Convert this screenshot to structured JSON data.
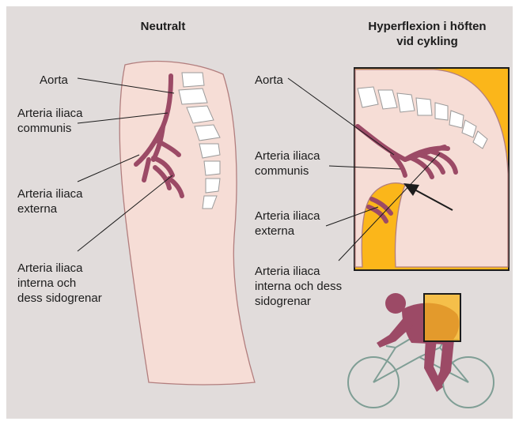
{
  "colors": {
    "background": "#e1dcdb",
    "tissue": "#f6ddd6",
    "tissue_outline": "#b27e7e",
    "artery": "#9c4a66",
    "bone": "#ffffff",
    "bone_outline": "#9a9a9a",
    "highlight": "#fbb61a",
    "cyclist": "#9c4a66",
    "bicycle": "#7f9e95"
  },
  "left_panel": {
    "title": "Neutralt",
    "labels": {
      "aorta": "Aorta",
      "communis": "Arteria iliaca\ncommunis",
      "externa": "Arteria iliaca\nexterna",
      "interna": "Arteria iliaca\ninterna och\ndess sidogrenar"
    }
  },
  "right_panel": {
    "title": "Hyperflexion i höften\nvid cykling",
    "labels": {
      "aorta": "Aorta",
      "communis": "Arteria iliaca\ncommunis",
      "externa": "Arteria iliaca\nexterna",
      "interna": "Arteria iliaca\ninterna och dess\nsidogrenar"
    }
  },
  "icons": {
    "compression_arrow": "arrow-icon",
    "cyclist": "cyclist-icon"
  }
}
